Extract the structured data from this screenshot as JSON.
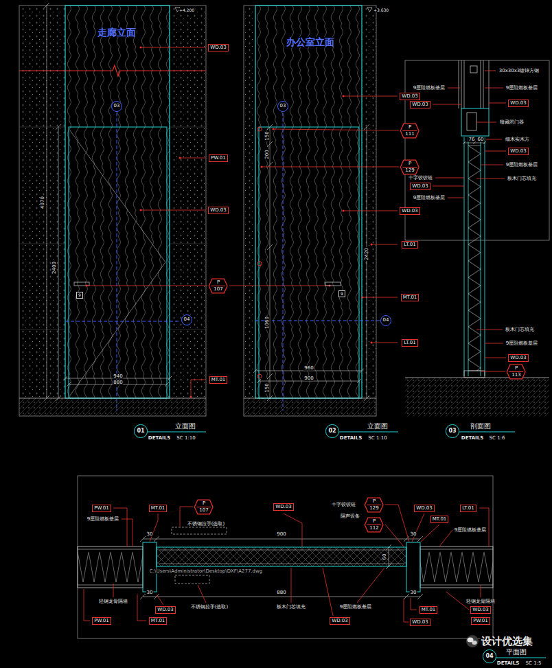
{
  "diagram": {
    "nodes": [
      {
        "text": [
          "WD.03"
        ]
      },
      {
        "text": [
          "03"
        ]
      },
      {
        "text": [
          "PW.01"
        ]
      },
      {
        "text": [
          "WD.03"
        ]
      },
      {
        "text": [
          "P",
          "107"
        ]
      },
      {
        "text": [
          "9"
        ]
      },
      {
        "text": [
          "04"
        ]
      },
      {
        "text": [
          "MT.01"
        ]
      },
      {
        "text": [
          "01"
        ]
      },
      {
        "text": [
          "WD.03"
        ]
      },
      {
        "text": [
          "03"
        ]
      },
      {
        "text": [
          "P",
          "111"
        ]
      },
      {
        "text": [
          "P",
          "129"
        ]
      },
      {
        "text": [
          "WD.03"
        ]
      },
      {
        "text": [
          "LT.01"
        ]
      },
      {
        "text": [
          "9"
        ]
      },
      {
        "text": [
          "MT.01"
        ]
      },
      {
        "text": [
          "04"
        ]
      },
      {
        "text": [
          "LT.01"
        ]
      },
      {
        "text": [
          "02"
        ]
      },
      {
        "text": [
          "WD.03"
        ]
      },
      {
        "text": [
          "WD.03"
        ]
      },
      {
        "text": [
          "WD.03"
        ]
      },
      {
        "text": [
          "WD.03"
        ]
      },
      {
        "text": [
          "WD.03"
        ]
      },
      {
        "text": [
          "P",
          "113"
        ]
      },
      {
        "text": [
          "03"
        ]
      },
      {
        "text": [
          "PW.01"
        ]
      },
      {
        "text": [
          "MT.01"
        ]
      },
      {
        "text": [
          "P",
          "107"
        ]
      },
      {
        "text": [
          "WD.03"
        ]
      },
      {
        "text": [
          "P",
          "129"
        ]
      },
      {
        "text": [
          "P",
          "112"
        ]
      },
      {
        "text": [
          "WD.03"
        ]
      },
      {
        "text": [
          "MT.01"
        ]
      },
      {
        "text": [
          "LT.01"
        ]
      },
      {
        "text": [
          "WD.03"
        ]
      },
      {
        "text": [
          "PW.01"
        ]
      },
      {
        "text": [
          "MT.01"
        ]
      },
      {
        "text": [
          "WD.03"
        ]
      },
      {
        "text": [
          "MT.01"
        ]
      },
      {
        "text": [
          "WD.03"
        ]
      },
      {
        "text": [
          "WD.03"
        ]
      },
      {
        "text": [
          "PW.01"
        ]
      },
      {
        "text": [
          "04"
        ]
      }
    ],
    "labels": [
      "走廊立面",
      "+4.200",
      "4070",
      "2400",
      "940",
      "880",
      "立面图",
      "DETAILS",
      "SC 1:10",
      "办公室立面",
      "+3.630",
      "150",
      "200",
      "2420",
      "1060",
      "960",
      "900",
      "150",
      "立面图",
      "DETAILS",
      "SC 1:10",
      "30x30x3镀锌方钢",
      "9厘阻燃板基层",
      "9厘阻燃板基层",
      "暗藏闭门器",
      "76",
      "60",
      "细木实木方",
      "9厘阻燃板基层",
      "十字铰铰链",
      "板木门芯填充",
      "9厘阻燃板基层",
      "板木门芯填充",
      "9厘阻燃板基层",
      "剖面图",
      "DETAILS",
      "SC 1:6",
      "9厘阻燃板基层",
      "不锈钢拉手(选取)",
      "十字铰铰链",
      "隔声设备",
      "30",
      "900",
      "30",
      "9厘阻燃板基层",
      "C:\\Users\\Administrator\\Desktop\\DXF\\A277.dwg",
      "60",
      "30",
      "880",
      "30",
      "轻钢龙骨隔墙",
      "不锈钢拉手(选取)",
      "板木门芯填充",
      "9厘阻燃板基层",
      "轻钢龙骨隔墙",
      "平面图",
      "DETAILS",
      "SC 1:5",
      "设计优选集"
    ]
  }
}
